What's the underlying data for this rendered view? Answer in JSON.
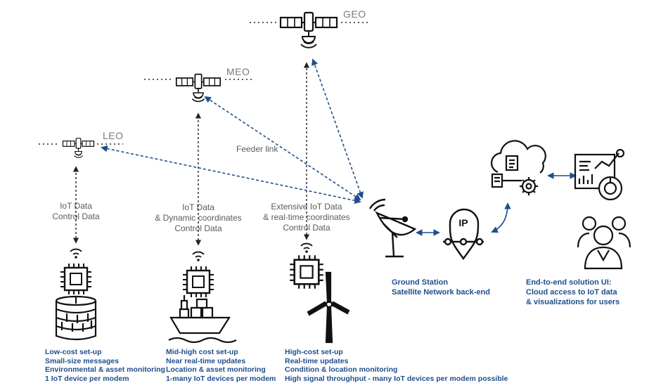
{
  "orbits": {
    "geo": "GEO",
    "meo": "MEO",
    "leo": "LEO"
  },
  "feeder_link": "Feeder link",
  "links": {
    "leo": [
      "IoT Data",
      "Control Data"
    ],
    "meo": [
      "IoT Data",
      "& Dynamic coordinates",
      "Control Data"
    ],
    "geo": [
      "Extensive IoT Data",
      "& real-time coordinates",
      "Control Data"
    ]
  },
  "ground_station": [
    "Ground Station",
    "Satellite Network back-end"
  ],
  "end_to_end": [
    "End-to-end solution UI:",
    "Cloud access to IoT data",
    "& visualizations for users"
  ],
  "use_cases": {
    "leo": [
      "Low-cost set-up",
      "Small-size messages",
      "Environmental & asset monitoring",
      "1 IoT device per modem"
    ],
    "meo": [
      "Mid-high cost set-up",
      "Near real-time updates",
      "Location & asset monitoring",
      "1-many IoT devices per modem"
    ],
    "geo": [
      "High-cost set-up",
      "Real-time updates",
      "Condition & location monitoring",
      "High signal throughput - many IoT devices per modem possible"
    ]
  },
  "ip_label": "IP",
  "colors": {
    "blue": "#1f4e8c",
    "black": "#111111",
    "grey": "#7a7a7a"
  },
  "icons": [
    "satellite-icon",
    "chip-icon",
    "well-icon",
    "ship-icon",
    "wind-turbine-icon",
    "satellite-dish-icon",
    "ip-pin-icon",
    "cloud-gear-icon",
    "dashboard-icon",
    "users-icon"
  ]
}
